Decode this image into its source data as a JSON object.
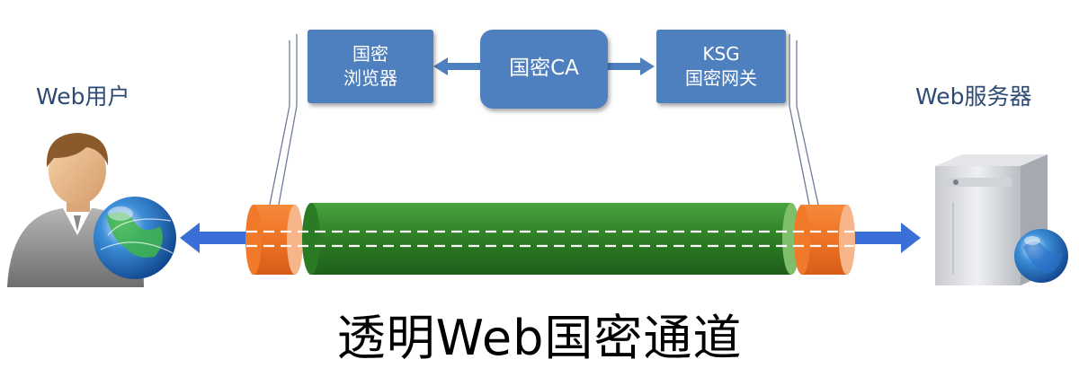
{
  "left_label": "Web用户",
  "right_label": "Web服务器",
  "boxes": {
    "browser_line1": "国密",
    "browser_line2": "浏览器",
    "ca": "国密CA",
    "gateway_line1": "KSG",
    "gateway_line2": "国密网关"
  },
  "title": "透明Web国密通道",
  "icons": [
    "user-globe-icon",
    "server-globe-icon"
  ],
  "colors": {
    "box_blue": "#4e7fbf",
    "tube_green": "#2e8b2a",
    "tube_orange": "#f07a2a",
    "arrow_blue": "#3a6fd8"
  }
}
